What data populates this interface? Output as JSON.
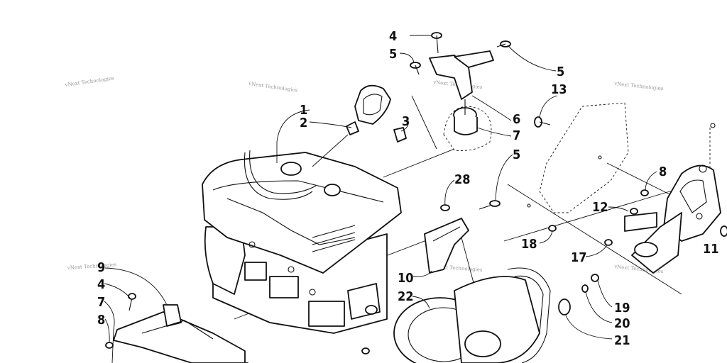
{
  "watermark_text": "vNext Technologies",
  "callouts": [
    "1",
    "2",
    "3",
    "4",
    "5",
    "5",
    "6",
    "7",
    "5",
    "13",
    "8",
    "28",
    "12",
    "18",
    "17",
    "11",
    "9",
    "4",
    "7",
    "8",
    "10",
    "22",
    "19",
    "20",
    "21"
  ]
}
